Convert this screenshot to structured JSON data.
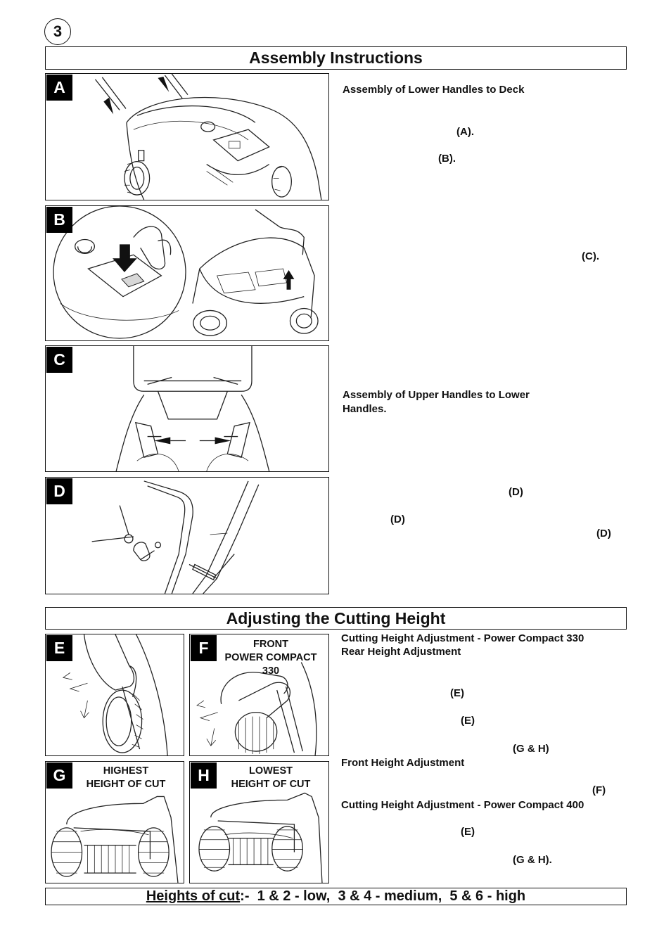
{
  "page_number": "3",
  "sections": {
    "assembly": {
      "title": "Assembly Instructions"
    },
    "cutting": {
      "title": "Adjusting the Cutting Height"
    }
  },
  "panels": {
    "A": {
      "letter": "A"
    },
    "B": {
      "letter": "B"
    },
    "C": {
      "letter": "C"
    },
    "D": {
      "letter": "D"
    },
    "E": {
      "letter": "E"
    },
    "F": {
      "letter": "F",
      "caption_lines": [
        "FRONT",
        "POWER COMPACT",
        "330"
      ]
    },
    "G": {
      "letter": "G",
      "caption_lines": [
        "HIGHEST",
        "HEIGHT OF CUT"
      ]
    },
    "H": {
      "letter": "H",
      "caption_lines": [
        "LOWEST",
        "HEIGHT OF CUT"
      ]
    }
  },
  "assembly_text": {
    "heading_lower": "Assembly of Lower Handles to Deck",
    "ref_a": "(A).",
    "ref_b": "(B).",
    "ref_c": "(C).",
    "heading_upper_line1": "Assembly of Upper Handles to Lower",
    "heading_upper_line2": "Handles.",
    "ref_d1": "(D)",
    "ref_d2": "(D)",
    "ref_d3": "(D)"
  },
  "cutting_text": {
    "heading_330": "Cutting Height Adjustment - Power Compact 330",
    "heading_rear": "Rear Height Adjustment",
    "ref_e1": "(E)",
    "ref_e2": "(E)",
    "ref_gh1": "(G & H)",
    "heading_front": "Front Height Adjustment",
    "ref_f": "(F)",
    "heading_400": "Cutting Height Adjustment - Power Compact 400",
    "ref_e3": "(E)",
    "ref_gh2": "(G & H)."
  },
  "footer": {
    "label": "Heights of cut",
    "text": ":-  1 & 2 - low,  3 & 4 - medium,  5 & 6 - high"
  }
}
